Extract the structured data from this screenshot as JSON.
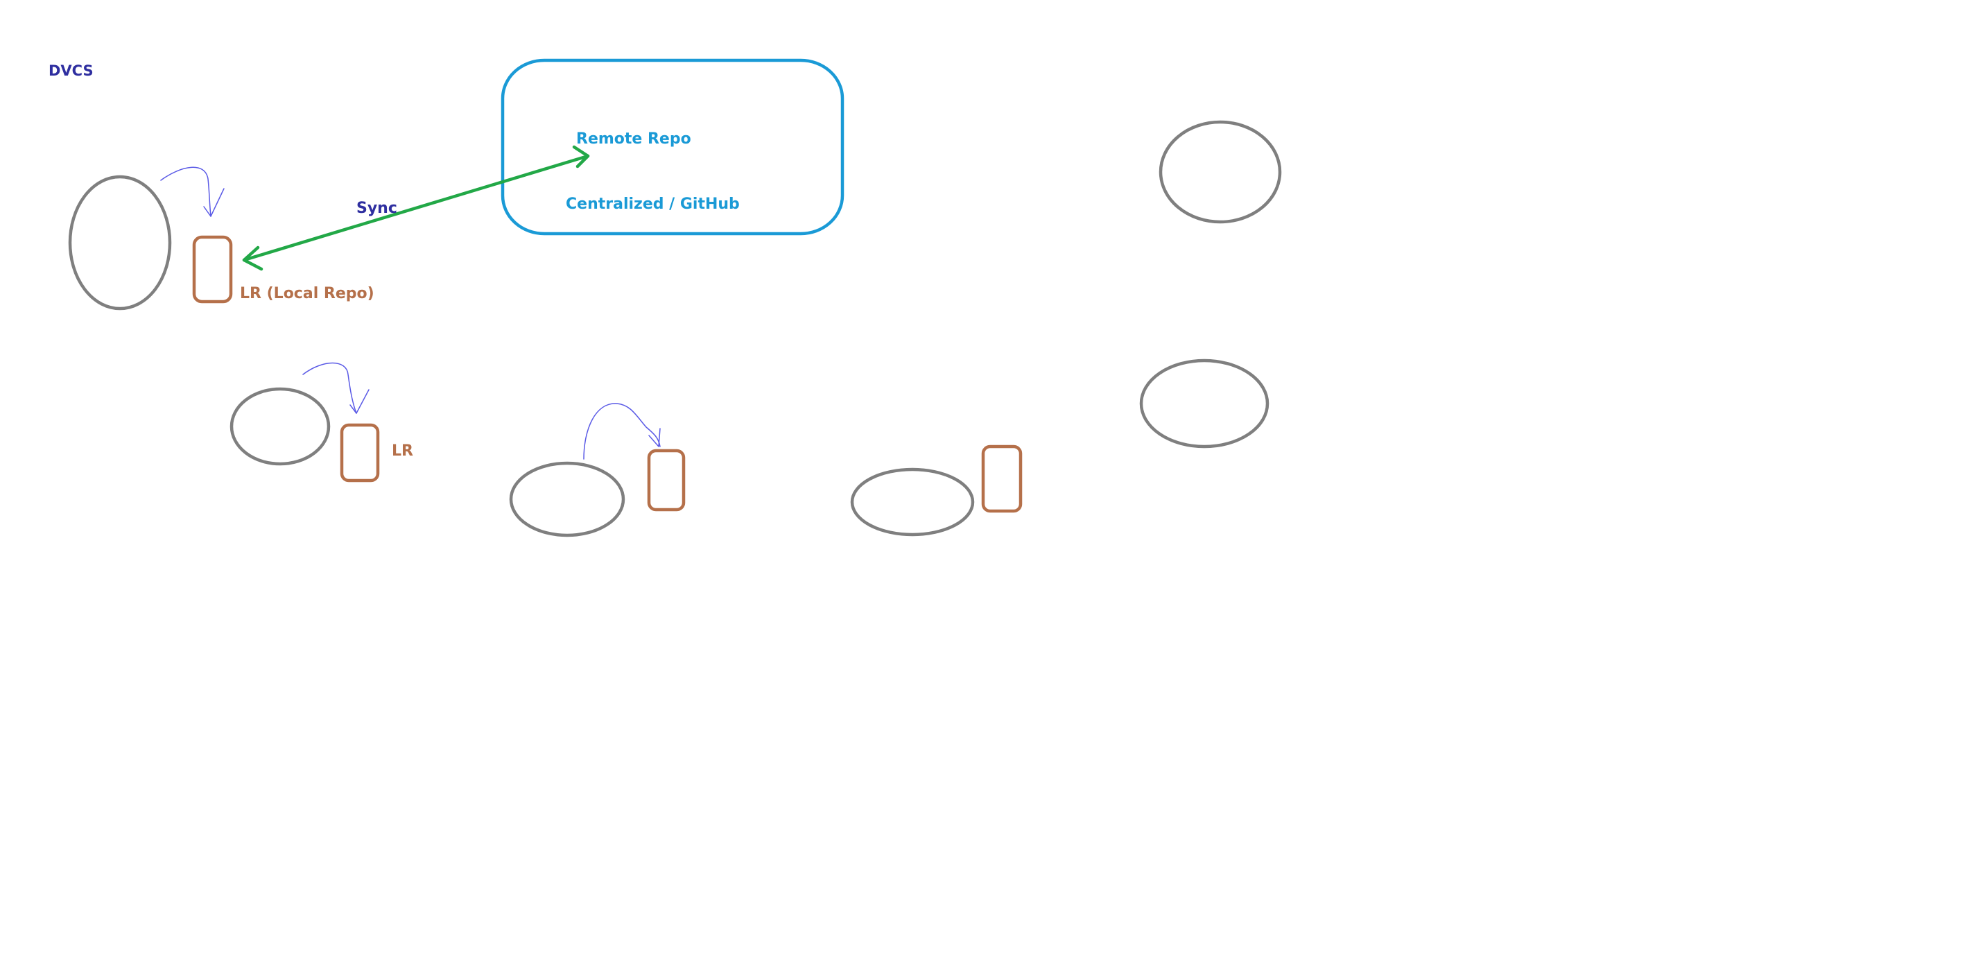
{
  "diagram": {
    "title": "DVCS",
    "remote_repo": {
      "label": "Remote Repo",
      "sublabel": "Centralized / GitHub"
    },
    "sync_label": "Sync",
    "local_repo_labels": {
      "first": "LR (Local Repo)",
      "second": "LR"
    }
  },
  "colors": {
    "title": "#2f2fa0",
    "remote": "#1a9ad6",
    "sync_arrow": "#22a847",
    "sync_label": "#2f2fa0",
    "local_repo": "#b5704a",
    "developer": "#7f7f7f",
    "commit_arrow": "#5a5ae6"
  }
}
